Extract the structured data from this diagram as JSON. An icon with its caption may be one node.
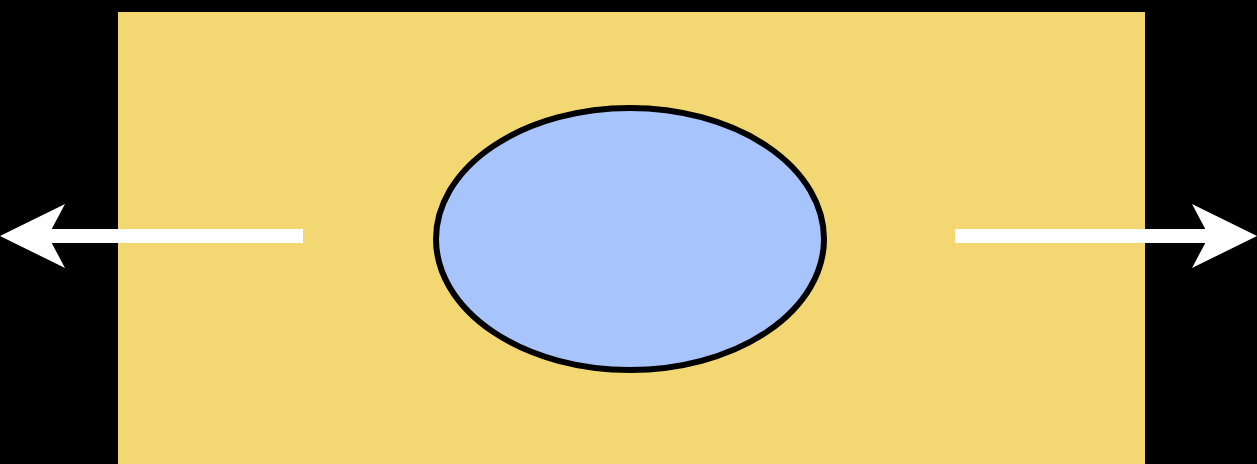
{
  "diagram": {
    "nodes": [
      {
        "text": [],
        "shape": "box"
      },
      {
        "text": [],
        "shape": "circle",
        "in": 0
      }
    ]
  }
}
